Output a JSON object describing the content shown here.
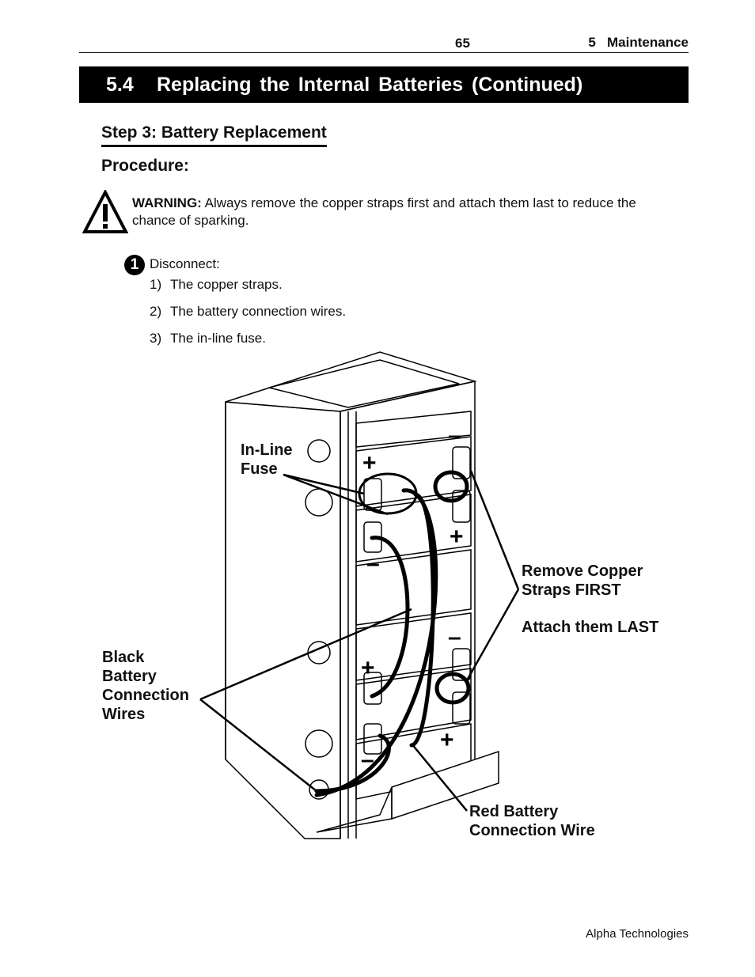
{
  "header": {
    "page_number": "65",
    "chapter": "5   Maintenance"
  },
  "section": {
    "number": "5.4",
    "title": "Replacing the Internal Batteries (Continued)"
  },
  "step_heading": "Step 3: Battery Replacement",
  "procedure_label": "Procedure:",
  "warning": {
    "icon": "warning-triangle-icon",
    "label": "WARNING:",
    "text_line1": " Always remove the copper straps first and attach them last to reduce the",
    "text_line2": "chance of sparking."
  },
  "step": {
    "number": "1",
    "action": "Disconnect:",
    "items": [
      {
        "num": "1)",
        "text": "The copper straps."
      },
      {
        "num": "2)",
        "text": "The battery connection wires."
      },
      {
        "num": "3)",
        "text": "The in-line fuse."
      }
    ]
  },
  "figure": {
    "labels": {
      "inline_fuse_1": "In-Line",
      "inline_fuse_2": "Fuse",
      "black_wires_1": "Black",
      "black_wires_2": "Battery",
      "black_wires_3": "Connection",
      "black_wires_4": "Wires",
      "remove_straps_1": "Remove Copper",
      "remove_straps_2": "Straps FIRST",
      "attach_last": "Attach them LAST",
      "red_wire_1": "Red Battery",
      "red_wire_2": "Connection Wire"
    },
    "terminal_symbols": {
      "plus": "+",
      "minus": "–"
    }
  },
  "footer": "Alpha Technologies"
}
